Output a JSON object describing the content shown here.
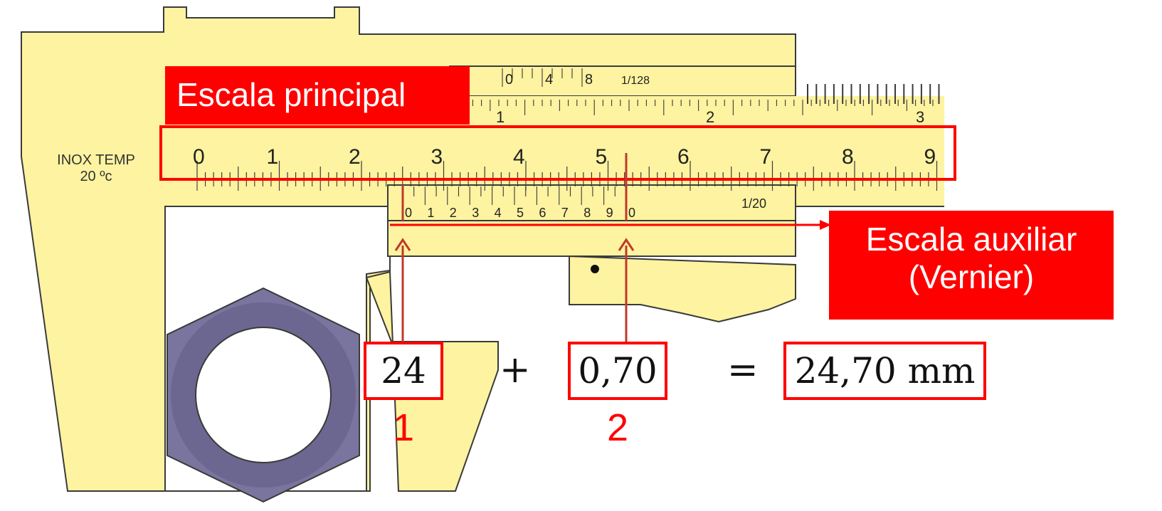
{
  "frame": {
    "label": "INOX TEMP",
    "temperature": "20 ºc"
  },
  "upper_vernier": {
    "digits": [
      "0",
      "4",
      "8"
    ],
    "resolution": "1/128"
  },
  "upper_scale": {
    "digits": [
      "1",
      "2",
      "3"
    ]
  },
  "main_scale": {
    "digits": [
      "0",
      "1",
      "2",
      "3",
      "4",
      "5",
      "6",
      "7",
      "8",
      "9"
    ]
  },
  "vernier": {
    "digits": [
      "0",
      "1",
      "2",
      "3",
      "4",
      "5",
      "6",
      "7",
      "8",
      "9",
      "0"
    ],
    "resolution": "1/20"
  },
  "labels": {
    "main_scale": "Escala principal",
    "aux_scale_line1": "Escala auxiliar",
    "aux_scale_line2": "(Vernier)"
  },
  "equation": {
    "main_value": "24",
    "plus": "+",
    "vernier_value": "0,70",
    "equals": "=",
    "result": "24,70 mm"
  },
  "markers": {
    "first": "1",
    "second": "2"
  },
  "colors": {
    "caliper_body": "#fdf3a0",
    "outline": "#3a3a3a",
    "highlight": "#ff0000",
    "nut": "#7a759f",
    "pointer": "#c0392b"
  }
}
